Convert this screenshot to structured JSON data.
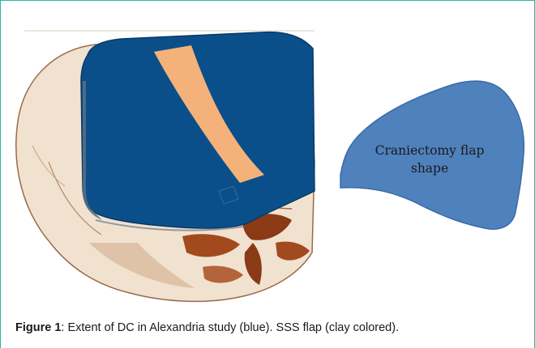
{
  "figure": {
    "label": "Figure 1",
    "caption": ": Extent of DC in Alexandria study (blue). SSS flap (clay colored)."
  },
  "callout": {
    "line1": "Craniectomy flap",
    "line2": "shape"
  },
  "colors": {
    "dc_region": "#0b4f8a",
    "sss_flap": "#f4b27a",
    "callout_fill": "#4f81bd",
    "skull": "#e8d5c0",
    "skull_shadow": "#a0522d",
    "frame": "#2bb5a6"
  }
}
